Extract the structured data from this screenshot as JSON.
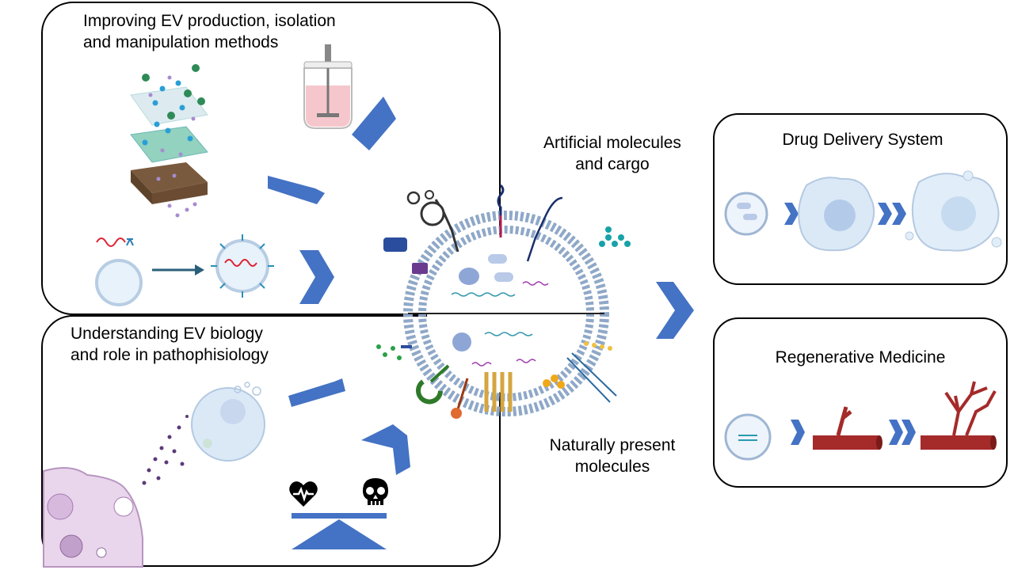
{
  "panels": {
    "production": {
      "title_line1": "Improving EV production, isolation",
      "title_line2": "and manipulation methods"
    },
    "biology": {
      "title_line1": "Understanding EV biology",
      "title_line2": "and role in pathophisiology"
    },
    "drug_delivery": {
      "title": "Drug Delivery System"
    },
    "regenerative": {
      "title": "Regenerative Medicine"
    }
  },
  "vesicle": {
    "top_label_line1": "Artificial molecules",
    "top_label_line2": "and cargo",
    "bottom_label_line1": "Naturally present",
    "bottom_label_line2": "molecules"
  },
  "colors": {
    "arrow_blue": "#4472c4",
    "membrane_blue": "#8fa8c8",
    "vessel_red": "#a52a2a",
    "cell_light": "#d6e6f5",
    "pink_medium": "#f5c7cc"
  },
  "icons": {
    "heart": "heart-pulse-icon",
    "skull": "skull-icon"
  }
}
